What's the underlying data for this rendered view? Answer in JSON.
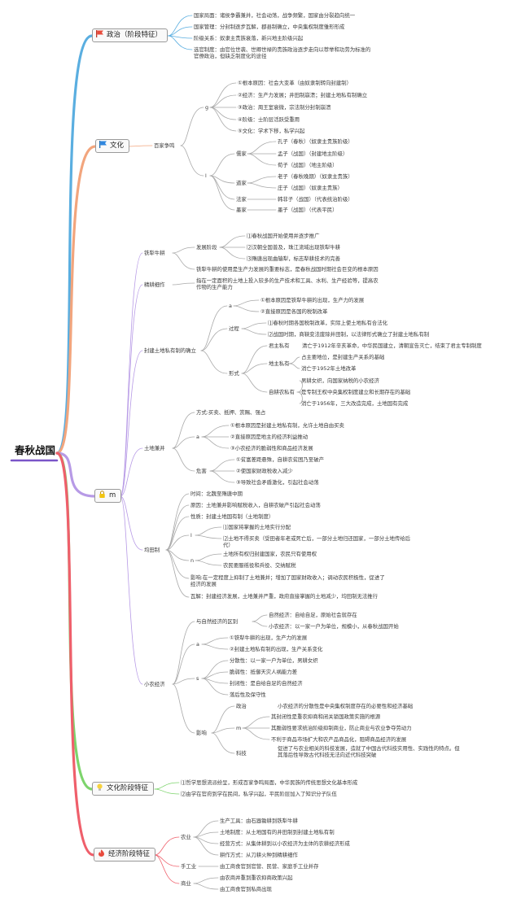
{
  "root": "春秋战国",
  "colors": {
    "politics": "#5aaee0",
    "culture": "#f2a57d",
    "economy": "#b79ae6",
    "feature_culture": "#7dd46c",
    "feature_economy": "#ef5f6b"
  },
  "politics": {
    "title": "政治（阶段特征）",
    "icon": "red-flag-icon",
    "items": [
      "国家局面：诸侯争霸兼并，社会动荡，战争频繁，国家由分裂趋向统一",
      "国家管理：分封制逐步瓦解，郡县制确立，中央集权制度雏形形成",
      "阶级关系：奴隶主贵族衰落，新兴地主阶级兴起",
      "选官制度：由官位世袭、世卿世禄的贵族政治逐步走向以荐举和功劳为标准的官僚政治，但缺乏制度化的途径"
    ]
  },
  "culture": {
    "title": "文化",
    "icon": "blue-flag-icon",
    "branch": "百家争鸣",
    "reason_label": "g",
    "reasons": [
      "①根本原因：社会大变革（由奴隶制转向封建制）",
      "②经济：生产力发展；井田制崩溃；封建土地私有制确立",
      "③政治：周王室衰微，宗法制分封制崩溃",
      "④阶级：士阶层活跃受重用",
      "⑤文化：学术下移，私学兴起"
    ],
    "schools_label": "l",
    "schools": [
      {
        "name": "儒家",
        "people": [
          "孔子（春秋）（奴隶主贵族阶级）",
          "孟子（战国）（封建地主阶级）",
          "荀子（战国）（地主阶级）"
        ]
      },
      {
        "name": "道家",
        "people": [
          "老子（春秋晚期）（奴隶主贵族）",
          "庄子（战国）（奴隶主贵族）"
        ]
      },
      {
        "name": "法家",
        "people": [
          "韩非子（战国）（代表统治阶级）"
        ]
      },
      {
        "name": "墨家",
        "people": [
          "墨子（战国）（代表平民）"
        ]
      }
    ]
  },
  "economy": {
    "title": "m",
    "icon": "lock-icon",
    "tieli": {
      "name": "铁犁牛耕",
      "stage_label": "发展阶段",
      "stages": [
        "⑴春秋战国开始使用并逐步推广",
        "⑵汉朝全国普及，珠江流域出现铁犁牛耕",
        "⑶隋唐出现曲辕犁，标志犁耕技术的完善"
      ],
      "note": "铁犁牛耕的使用是生产力发展的重要标志，是春秋战国时期社会巨变的根本原因"
    },
    "jinggeng": {
      "name": "精耕细作",
      "desc": "指在一定面积的土地上投入较多的生产技术和工具、水利、生产经验等，提高农作物的生产能力"
    },
    "tudi": {
      "name": "封建土地私有制的确立",
      "reason_label": "a",
      "reasons": [
        "①根本原因是铁犁牛耕的出现，生产力的发展",
        "②直接原因是各国的税制改革"
      ],
      "process_label": "过程",
      "process": [
        "⑴春秋时期各国税制改革，实际上使土地私有合法化",
        "⑵战国时期，商鞅变法废除井田制，以法律形式确立了封建土地私有制"
      ],
      "form_label": "形式",
      "forms": [
        {
          "name": "君主私有",
          "desc": [
            "清亡于1912年辛亥革命，中华民国建立，清朝宣告灭亡，结束了君主专制制度"
          ]
        },
        {
          "name": "地主私有",
          "desc": [
            "占主要地位，是封建生产关系的基础",
            "消亡于1952年土地改革"
          ]
        },
        {
          "name": "自耕农私有",
          "desc": [
            "男耕女织，向国家纳税的小农经济",
            "是专制王权中央集权制度建立和长期存在的基础",
            "消亡于1956年，三大改造完成，土地国有完成"
          ]
        }
      ]
    },
    "jianbing": {
      "name": "土地兼并",
      "method": "方式:买卖、抵押、赏赐、强占",
      "reason_label": "a",
      "reasons": [
        "①根本原因是封建土地私有制，允许土地自由买卖",
        "②直接原因是地主的经济利益推动",
        "③小农经济的脆弱性和商品经济发展"
      ],
      "harm_label": "危害",
      "harms": [
        "①贫富差距悬殊，自耕农贫困乃至破产",
        "②使国家财政税收入减少",
        "③导致社会矛盾激化，引起社会动荡"
      ]
    },
    "juntian": {
      "name": "均田制",
      "time": "时间：北魏至隋唐中期",
      "reason": "原因：土地兼并影响赋税收入，自耕农破产引起社会动荡",
      "nature": "性质：封建土地国有制（土地制度）",
      "l_label": "l",
      "l_items": [
        "⑴国家将掌握的土地实行分配",
        "⑵土地不得买卖（受田者年老或死亡后，一部分土地归还国家，一部分土地传给后代）"
      ],
      "n_label": "n",
      "n_items": [
        "土地所有权归封建国家，农民只有使用权",
        "农民要服徭役和兵役、交纳赋税"
      ],
      "effect": "影响:在一定程度上抑制了土地兼并；增加了国家财政收入；调动农民积极性，促进了经济的发展",
      "collapse": "瓦解：封建经济发展，土地兼并严重，政府直接掌握的土地减少，均田制无法推行"
    },
    "xiaonong": {
      "name": "小农经济",
      "diff_label": "与自然经济的区别",
      "diff": [
        "自然经济：自给自足，原始社会就存在",
        "小农经济：以一家一户为单位，规模小，从春秋战国开始"
      ],
      "a_label": "a",
      "a_items": [
        "①铁犁牛耕的出现，生产力的发展",
        "②封建土地私有制的出现，生产关系变化"
      ],
      "s_label": "s",
      "s_items": [
        "分散性：以一家一户为单位，男耕女织",
        "脆弱性：抵御天灾人祸能力差",
        "封闭性：是自给自足的自然经济",
        "落后性及保守性"
      ],
      "impact_label": "影响",
      "politics_label": "政治",
      "politics": "小农经济的分散性是中央集权制度存在的必要性和经济基础",
      "m_label": "m",
      "m_items": [
        "其封闭性是重农抑商和闭关锁国政策实施的根源",
        "其脆弱性要求统治阶级抑制商业，防止商业与农业争夺劳动力",
        "不利于商品市场扩大和农产品商品化，阻碍商品经济的发展"
      ],
      "tech_label": "科技",
      "tech": "促进了与农业相关的科技发展，造就了中国古代科技实用性、实践性的特点。但其落后性导致古代科技无法向近代科技突破"
    }
  },
  "feature_culture": {
    "title": "文化阶段特征",
    "icon": "lightbulb-icon",
    "items": [
      "⑴哲学思想流派纷呈，形成百家争鸣局面，中华民族的传统思想文化基本形成",
      "⑵由学在官府到学在民间，私学兴起，平民阶层加入了知识分子队伍"
    ]
  },
  "feature_economy": {
    "title": "经济阶段特征",
    "icon": "fire-icon",
    "agri_label": "农业",
    "agri": [
      "生产工具：由石器锄耕到铁犁牛耕",
      "土地制度：从土地国有的井田制到封建土地私有制",
      "经营方式：从集体耕到以小农经济为主体的农耕经济形成",
      "耕作方式：从刀耕火种到精耕细作"
    ],
    "craft_label": "手工业",
    "craft": "由工商食官到官营、民营、家庭手工业并存",
    "trade_label": "商业",
    "trade": [
      "由农商并重到重农抑商政策兴起",
      "由工商食官到私商出现"
    ]
  }
}
